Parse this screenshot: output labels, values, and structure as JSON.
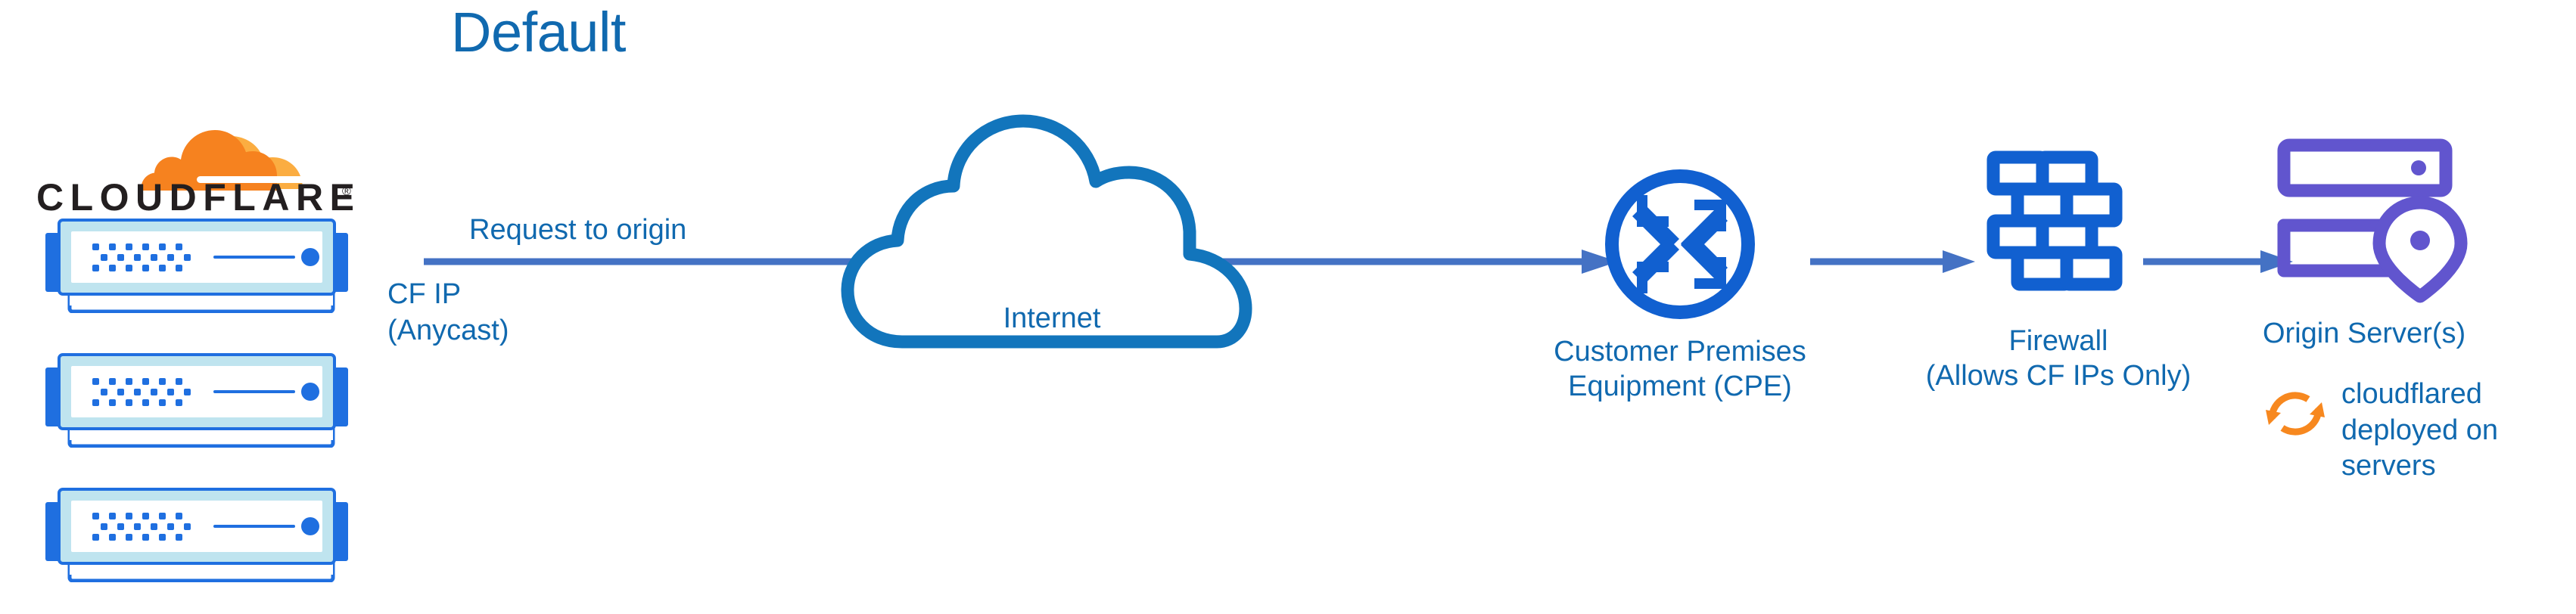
{
  "diagram": {
    "title": "Default",
    "type": "network-architecture-flow",
    "background": "#ffffff"
  },
  "colors": {
    "label_blue": "#1069AF",
    "icon_blue": "#1160D0",
    "connector_blue": "#4472C4",
    "server_frame_blue": "#1F6FE0",
    "server_inner_cyan": "#BFE4EF",
    "origin_purple": "#6155CE",
    "cloudflare_orange_dark": "#F6821F",
    "cloudflare_orange_light": "#FBAD41",
    "wordmark_black": "#231F20"
  },
  "brand": {
    "logo_name": "cloudflare-logo",
    "wordmark": "CLOUDFLARE",
    "trademark": "®"
  },
  "left_source": {
    "name": "cloudflare-edge-servers",
    "server_count": 3,
    "ip_label_line1": "CF IP",
    "ip_label_line2": "(Anycast)"
  },
  "flow": {
    "request_label": "Request to origin",
    "arrow_color": "#4472C4"
  },
  "internet": {
    "label": "Internet",
    "icon": "cloud-outline-icon"
  },
  "nodes": [
    {
      "id": "cpe",
      "icon": "router-icon",
      "label_line1": "Customer Premises",
      "label_line2": "Equipment (CPE)"
    },
    {
      "id": "firewall",
      "icon": "brick-wall-icon",
      "label_line1": "Firewall",
      "label_line2": "(Allows CF IPs Only)"
    },
    {
      "id": "origin",
      "icon": "server-rack-pin-icon",
      "label_line1": "Origin Server(s)",
      "label_line2": ""
    }
  ],
  "cloudflared": {
    "icon": "sync-arrows-icon",
    "text": "cloudflared\ndeployed on\nservers"
  }
}
